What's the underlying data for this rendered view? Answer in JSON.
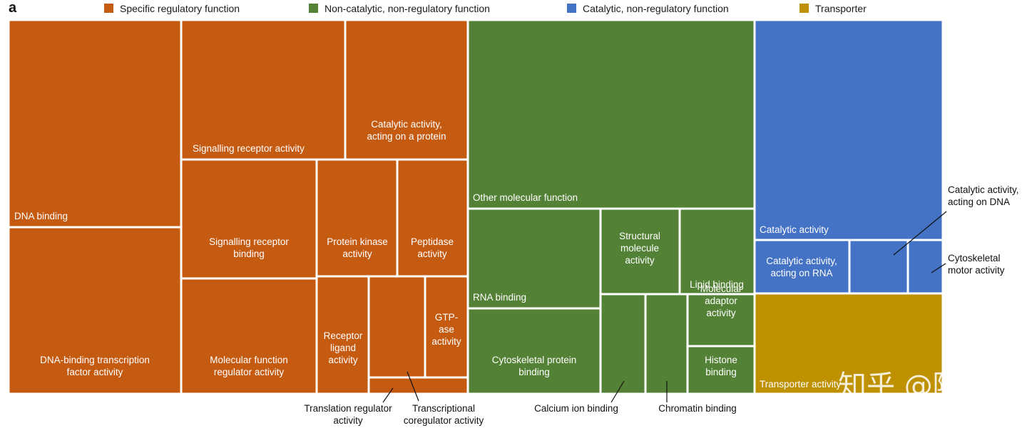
{
  "panel_label": "a",
  "watermark": "知乎 @陶术",
  "chart_data": {
    "type": "treemap",
    "legend": [
      {
        "key": "regulatory",
        "label": "Specific regulatory function",
        "color": "#c55a11"
      },
      {
        "key": "noncatalytic",
        "label": "Non-catalytic, non-regulatory function",
        "color": "#538135"
      },
      {
        "key": "catalytic",
        "label": "Catalytic, non-regulatory function",
        "color": "#4472c4"
      },
      {
        "key": "transporter",
        "label": "Transporter",
        "color": "#bf9000"
      }
    ],
    "leaves": [
      {
        "id": "dna-binding",
        "group": "regulatory",
        "label": "DNA binding"
      },
      {
        "id": "dna-binding-tf",
        "group": "regulatory",
        "label": "DNA-binding transcription factor activity"
      },
      {
        "id": "signalling-receptor-activity",
        "group": "regulatory",
        "label": "Signalling receptor activity"
      },
      {
        "id": "catalytic-on-protein",
        "group": "regulatory",
        "label": "Catalytic activity, acting on a protein"
      },
      {
        "id": "signalling-receptor-binding",
        "group": "regulatory",
        "label": "Signalling receptor binding"
      },
      {
        "id": "protein-kinase",
        "group": "regulatory",
        "label": "Protein kinase activity"
      },
      {
        "id": "peptidase",
        "group": "regulatory",
        "label": "Peptidase activity"
      },
      {
        "id": "molecular-function-regulator",
        "group": "regulatory",
        "label": "Molecular function regulator activity"
      },
      {
        "id": "receptor-ligand",
        "group": "regulatory",
        "label": "Receptor ligand activity"
      },
      {
        "id": "transcriptional-coregulator",
        "group": "regulatory",
        "label": "Transcriptional coregulator activity"
      },
      {
        "id": "gtpase",
        "group": "regulatory",
        "label": "GTP-ase activity"
      },
      {
        "id": "translation-regulator",
        "group": "regulatory",
        "label": "Translation regulator activity"
      },
      {
        "id": "other-molecular-function",
        "group": "noncatalytic",
        "label": "Other molecular function"
      },
      {
        "id": "rna-binding",
        "group": "noncatalytic",
        "label": "RNA binding"
      },
      {
        "id": "structural-molecule",
        "group": "noncatalytic",
        "label": "Structural molecule activity"
      },
      {
        "id": "lipid-binding",
        "group": "noncatalytic",
        "label": "Lipid binding"
      },
      {
        "id": "cytoskeletal-protein-binding",
        "group": "noncatalytic",
        "label": "Cytoskeletal protein binding"
      },
      {
        "id": "calcium-ion-binding",
        "group": "noncatalytic",
        "label": "Calcium ion binding"
      },
      {
        "id": "chromatin-binding",
        "group": "noncatalytic",
        "label": "Chromatin binding"
      },
      {
        "id": "molecular-adaptor",
        "group": "noncatalytic",
        "label": "Molecular adaptor activity"
      },
      {
        "id": "histone-binding",
        "group": "noncatalytic",
        "label": "Histone binding"
      },
      {
        "id": "catalytic-activity",
        "group": "catalytic",
        "label": "Catalytic activity"
      },
      {
        "id": "catalytic-on-rna",
        "group": "catalytic",
        "label": "Catalytic activity, acting on RNA"
      },
      {
        "id": "catalytic-on-dna",
        "group": "catalytic",
        "label": "Catalytic activity, acting on DNA"
      },
      {
        "id": "cytoskeletal-motor",
        "group": "catalytic",
        "label": "Cytoskeletal motor activity"
      },
      {
        "id": "transporter-activity",
        "group": "transporter",
        "label": "Transporter activity"
      }
    ]
  }
}
